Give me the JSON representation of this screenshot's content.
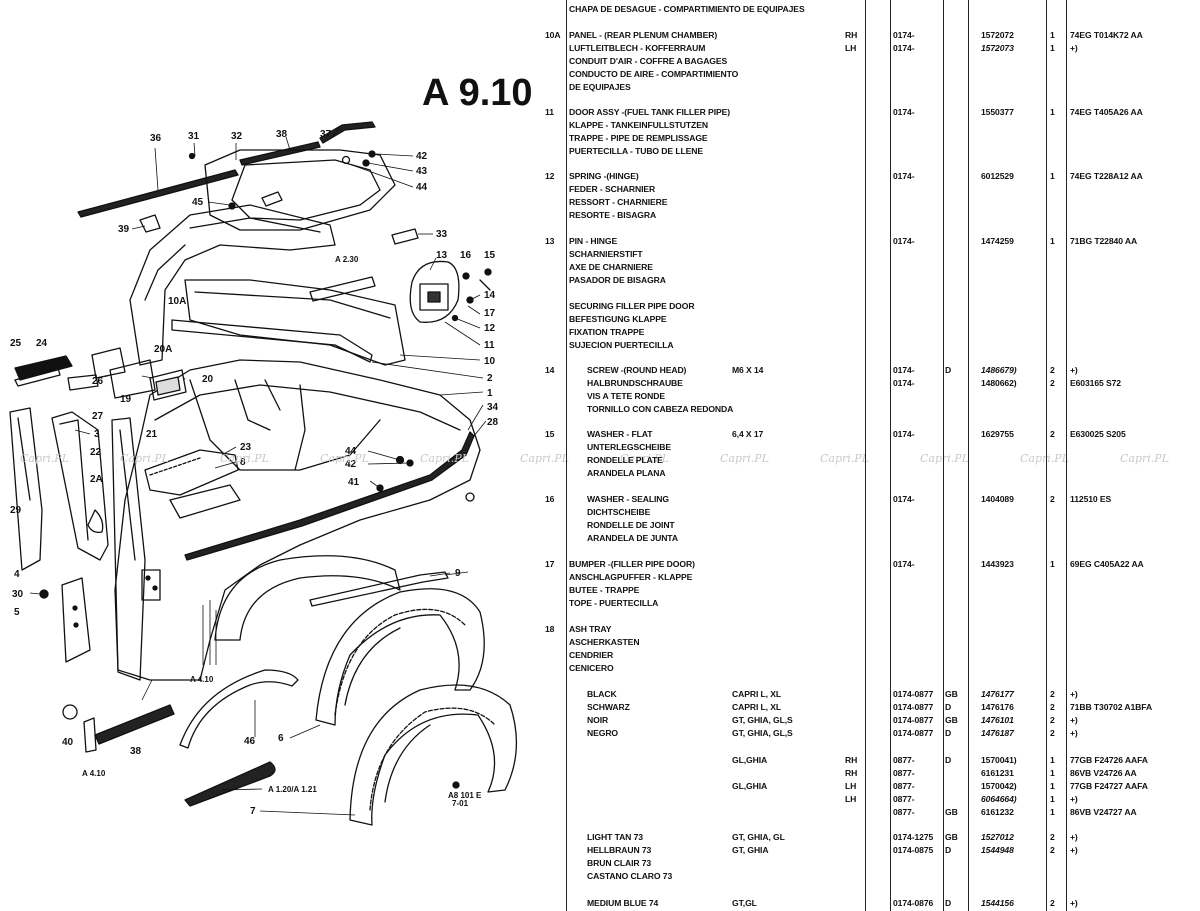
{
  "sheet": {
    "code": "A 9.10",
    "ref_a": "A 2.30",
    "ref_b": "A 4.10",
    "ref_c": "A 4.10",
    "ref_d": "A 1.20/A 1.21",
    "stamp": "A8 101 E\n7-01"
  },
  "callouts": [
    "36",
    "31",
    "32",
    "38",
    "37",
    "42",
    "43",
    "44",
    "45",
    "39",
    "33",
    "A 2.30",
    "13",
    "16",
    "15",
    "14",
    "17",
    "12",
    "11",
    "10",
    "10A",
    "25",
    "24",
    "20A",
    "26",
    "19",
    "20",
    "27",
    "2",
    "1",
    "34",
    "28",
    "3",
    "21",
    "23",
    "8",
    "44",
    "42",
    "41",
    "22",
    "29",
    "2A",
    "9",
    "4",
    "30",
    "5",
    "A 4.10",
    "40",
    "38",
    "A 4.10",
    "46",
    "6",
    "A1.20/A1.21",
    "7"
  ],
  "watermark": "Capri.PL",
  "rows": [
    {
      "num": "",
      "desc": [
        "CHAPA DE DESAGUE - COMPARTIMIENTO DE EQUIPAJES"
      ],
      "spec": [],
      "side": [],
      "range": [],
      "mkt": [],
      "part": [],
      "qty": [],
      "eng": []
    },
    {
      "num": "10A",
      "desc": [
        "PANEL - (REAR PLENUM CHAMBER)",
        "LUFTLEITBLECH - KOFFERRAUM",
        "CONDUIT D'AIR - COFFRE A BAGAGES",
        "CONDUCTO DE AIRE - COMPARTIMIENTO",
        "DE EQUIPAJES"
      ],
      "spec": [],
      "side": [
        "RH",
        "LH"
      ],
      "range": [
        "0174-",
        "0174-"
      ],
      "mkt": [],
      "part": [
        "1572072",
        "1572073"
      ],
      "qty": [
        "1",
        "1"
      ],
      "eng": [
        "74EG T014K72 AA",
        "+)"
      ]
    },
    {
      "num": "11",
      "desc": [
        "DOOR ASSY -(FUEL TANK FILLER PIPE)",
        "KLAPPE - TANKEINFULLSTUTZEN",
        "TRAPPE - PIPE DE REMPLISSAGE",
        "PUERTECILLA - TUBO DE LLENE"
      ],
      "spec": [],
      "side": [],
      "range": [
        "0174-"
      ],
      "mkt": [],
      "part": [
        "1550377"
      ],
      "qty": [
        "1"
      ],
      "eng": [
        "74EG T405A26 AA"
      ]
    },
    {
      "num": "12",
      "desc": [
        "SPRING -(HINGE)",
        "FEDER - SCHARNIER",
        "RESSORT - CHARNIERE",
        "RESORTE - BISAGRA"
      ],
      "spec": [],
      "side": [],
      "range": [
        "0174-"
      ],
      "mkt": [],
      "part": [
        "6012529"
      ],
      "qty": [
        "1"
      ],
      "eng": [
        "74EG T228A12 AA"
      ]
    },
    {
      "num": "13",
      "desc": [
        "PIN - HINGE",
        "SCHARNIERSTIFT",
        "AXE DE CHARNIERE",
        "PASADOR DE BISAGRA",
        "",
        "SECURING FILLER PIPE DOOR",
        "BEFESTIGUNG KLAPPE",
        "FIXATION TRAPPE",
        "SUJECION PUERTECILLA"
      ],
      "spec": [],
      "side": [],
      "range": [
        "0174-"
      ],
      "mkt": [],
      "part": [
        "1474259"
      ],
      "qty": [
        "1"
      ],
      "eng": [
        "71BG T22840 AA"
      ]
    },
    {
      "num": "14",
      "desc": [
        "SCREW -(ROUND HEAD)",
        "HALBRUNDSCHRAUBE",
        "VIS A TETE RONDE",
        "TORNILLO CON CABEZA REDONDA"
      ],
      "spec": [
        "M6 X 14"
      ],
      "side": [],
      "range": [
        "0174-",
        "0174-"
      ],
      "mkt": [
        "D"
      ],
      "part": [
        "1486679)",
        "1480662)"
      ],
      "qty": [
        "2",
        "2"
      ],
      "eng": [
        "+)",
        "E603165 S72"
      ]
    },
    {
      "num": "15",
      "desc": [
        "WASHER - FLAT",
        "UNTERLEGSCHEIBE",
        "RONDELLE PLATE",
        "ARANDELA PLANA"
      ],
      "spec": [
        "6,4 X 17"
      ],
      "side": [],
      "range": [
        "0174-"
      ],
      "mkt": [],
      "part": [
        "1629755"
      ],
      "qty": [
        "2"
      ],
      "eng": [
        "E630025 S205"
      ]
    },
    {
      "num": "16",
      "desc": [
        "WASHER - SEALING",
        "DICHTSCHEIBE",
        "RONDELLE DE JOINT",
        "ARANDELA DE JUNTA"
      ],
      "spec": [],
      "side": [],
      "range": [
        "0174-"
      ],
      "mkt": [],
      "part": [
        "1404089"
      ],
      "qty": [
        "2"
      ],
      "eng": [
        "112510 ES"
      ]
    },
    {
      "num": "17",
      "desc": [
        "BUMPER -(FILLER PIPE DOOR)",
        "ANSCHLAGPUFFER - KLAPPE",
        "BUTEE - TRAPPE",
        "TOPE - PUERTECILLA"
      ],
      "spec": [],
      "side": [],
      "range": [
        "0174-"
      ],
      "mkt": [],
      "part": [
        "1443923"
      ],
      "qty": [
        "1"
      ],
      "eng": [
        "69EG C405A22 AA"
      ]
    },
    {
      "num": "18",
      "desc": [
        "ASH TRAY",
        "ASCHERKASTEN",
        "CENDRIER",
        "CENICERO"
      ],
      "spec": [],
      "side": [],
      "range": [],
      "mkt": [],
      "part": [],
      "qty": [],
      "eng": []
    }
  ],
  "ashtray_variants": [
    {
      "desc": "BLACK",
      "spec": "CAPRI L, XL",
      "side": "",
      "range": "0174-0877",
      "mkt": "GB",
      "part": "1476177",
      "qty": "2",
      "eng": "+)",
      "italic": true
    },
    {
      "desc": "SCHWARZ",
      "spec": "CAPRI L, XL",
      "side": "",
      "range": "0174-0877",
      "mkt": "D",
      "part": "1476176",
      "qty": "2",
      "eng": "71BB T30702 A1BFA",
      "italic": false
    },
    {
      "desc": "NOIR",
      "spec": "GT, GHIA, GL,S",
      "side": "",
      "range": "0174-0877",
      "mkt": "GB",
      "part": "1476101",
      "qty": "2",
      "eng": "+)",
      "italic": true
    },
    {
      "desc": "NEGRO",
      "spec": "GT, GHIA, GL,S",
      "side": "",
      "range": "0174-0877",
      "mkt": "D",
      "part": "1476187",
      "qty": "2",
      "eng": "+)",
      "italic": true
    },
    {
      "desc": "",
      "spec": "GL,GHIA",
      "side": "RH",
      "range": "0877-",
      "mkt": "D",
      "part": "1570041)",
      "qty": "1",
      "eng": "77GB F24726 AAFA",
      "italic": false
    },
    {
      "desc": "",
      "spec": "",
      "side": "RH",
      "range": "0877-",
      "mkt": "",
      "part": "6161231",
      "qty": "1",
      "eng": "86VB V24726 AA",
      "italic": false
    },
    {
      "desc": "",
      "spec": "GL,GHIA",
      "side": "LH",
      "range": "0877-",
      "mkt": "",
      "part": "1570042)",
      "qty": "1",
      "eng": "77GB F24727 AAFA",
      "italic": false
    },
    {
      "desc": "",
      "spec": "",
      "side": "LH",
      "range": "0877-",
      "mkt": "",
      "part": "6064664)",
      "qty": "1",
      "eng": "+)",
      "italic": true
    },
    {
      "desc": "",
      "spec": "",
      "side": "",
      "range": "0877-",
      "mkt": "GB",
      "part": "6161232",
      "qty": "1",
      "eng": "86VB V24727 AA",
      "italic": false
    },
    {
      "desc": "LIGHT TAN 73",
      "spec": "GT, GHIA, GL",
      "side": "",
      "range": "0174-1275",
      "mkt": "GB",
      "part": "1527012",
      "qty": "2",
      "eng": "+)",
      "italic": true
    },
    {
      "desc": "HELLBRAUN 73",
      "spec": "GT, GHIA",
      "side": "",
      "range": "0174-0875",
      "mkt": "D",
      "part": "1544948",
      "qty": "2",
      "eng": "+)",
      "italic": true
    },
    {
      "desc": "BRUN CLAIR 73",
      "spec": "",
      "side": "",
      "range": "",
      "mkt": "",
      "part": "",
      "qty": "",
      "eng": "",
      "italic": false
    },
    {
      "desc": "CASTANO CLARO 73",
      "spec": "",
      "side": "",
      "range": "",
      "mkt": "",
      "part": "",
      "qty": "",
      "eng": "",
      "italic": false
    },
    {
      "desc": "MEDIUM BLUE 74",
      "spec": "GT,GL",
      "side": "",
      "range": "0174-0876",
      "mkt": "D",
      "part": "1544156",
      "qty": "2",
      "eng": "+)",
      "italic": true
    }
  ]
}
